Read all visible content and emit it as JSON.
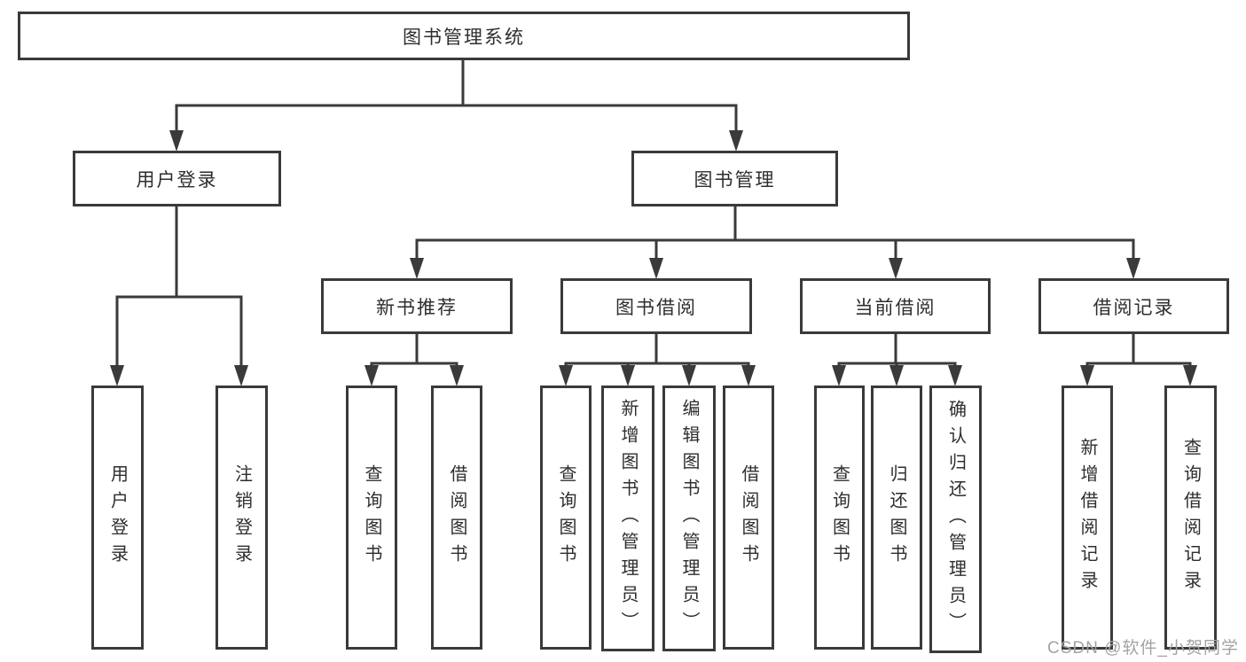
{
  "tree": {
    "root": {
      "label": "图书管理系统"
    },
    "level2": {
      "user_login": "用户登录",
      "book_management": "图书管理"
    },
    "level3": {
      "new_books": "新书推荐",
      "book_borrow": "图书借阅",
      "current_borrow": "当前借阅",
      "borrow_records": "借阅记录"
    },
    "leaves": {
      "user_login": [
        "用户登录",
        "注销登录"
      ],
      "new_books": [
        "查询图书",
        "借阅图书"
      ],
      "book_borrow": [
        "查询图书",
        "新增图书（管理员）",
        "编辑图书（管理员）",
        "借阅图书"
      ],
      "current_borrow": [
        "查询图书",
        "归还图书",
        "确认归还（管理员）"
      ],
      "borrow_records": [
        "新增借阅记录",
        "查询借阅记录"
      ]
    }
  },
  "watermark": {
    "text": "CSDN @软件_小贺同学"
  },
  "colors": {
    "line": "#3a3a3a",
    "text": "#2e2e2e",
    "watermark": "#a3a3a3",
    "background": "#ffffff"
  }
}
